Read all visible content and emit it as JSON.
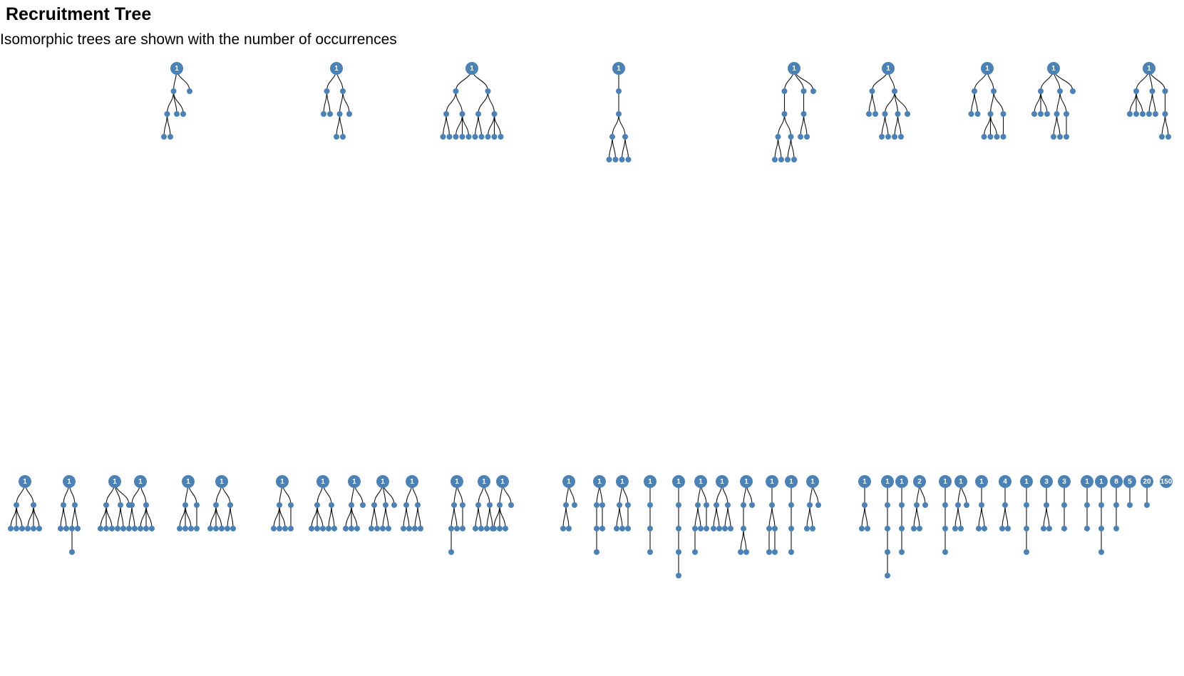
{
  "title": "Recruitment Tree",
  "subtitle": "Isomorphic trees are shown with the number of occurrences",
  "colors": {
    "node": "#4a82b8",
    "edge": "#111111",
    "root_label": "#ffffff"
  },
  "trees": [
    {
      "count": "1",
      "shape": [
        [
          [
            [],
            []
          ],
          [],
          []
        ],
        []
      ]
    },
    {
      "count": "1",
      "shape": [
        [
          [],
          []
        ],
        [
          [
            [],
            []
          ],
          []
        ]
      ]
    },
    {
      "count": "1",
      "shape": [
        [
          [
            [],
            []
          ],
          [
            [],
            [],
            []
          ]
        ],
        [
          [
            [],
            []
          ],
          [
            [],
            [],
            []
          ]
        ]
      ]
    },
    {
      "count": "1",
      "shape": [
        [
          [
            [
              [],
              []
            ],
            [
              [],
              []
            ]
          ]
        ]
      ]
    },
    {
      "count": "1",
      "shape": [
        [
          [
            [
              [],
              []
            ],
            [
              [],
              []
            ]
          ]
        ],
        [
          [
            [],
            []
          ]
        ],
        []
      ]
    },
    {
      "count": "1",
      "shape": [
        [
          [],
          []
        ],
        [
          [
            [],
            []
          ],
          [
            [],
            []
          ],
          []
        ]
      ]
    },
    {
      "count": "1",
      "shape": [
        [
          [],
          []
        ],
        [
          [
            [],
            [],
            []
          ],
          [
            []
          ]
        ]
      ]
    },
    {
      "count": "1",
      "shape": [
        [
          [],
          [],
          []
        ],
        [
          [
            [],
            []
          ],
          [
            []
          ]
        ],
        []
      ]
    },
    {
      "count": "1",
      "shape": [
        [
          [],
          [],
          []
        ],
        [
          [],
          []
        ],
        [
          [
            [],
            []
          ]
        ]
      ]
    },
    {
      "count": "1",
      "shape": [
        [
          [],
          [],
          []
        ],
        [
          [],
          [],
          []
        ]
      ]
    },
    {
      "count": "1",
      "shape": [
        [
          [],
          []
        ],
        [
          [
            []
          ],
          []
        ]
      ]
    },
    {
      "count": "1",
      "shape": [
        [
          [],
          [],
          []
        ],
        [
          [],
          []
        ],
        []
      ]
    },
    {
      "count": "1",
      "shape": [
        [
          [],
          []
        ],
        [
          [],
          [],
          []
        ]
      ]
    },
    {
      "count": "1",
      "shape": [
        [
          [],
          [],
          []
        ],
        [
          []
        ]
      ]
    },
    {
      "count": "1",
      "shape": [
        [
          [],
          [],
          []
        ],
        [
          [],
          []
        ]
      ]
    },
    {
      "count": "1",
      "shape": [
        [
          [],
          [],
          []
        ],
        [
          []
        ]
      ]
    },
    {
      "count": "1",
      "shape": [
        [
          [],
          [],
          []
        ],
        [
          [],
          []
        ]
      ]
    },
    {
      "count": "1",
      "shape": [
        [
          [],
          [],
          []
        ],
        []
      ]
    },
    {
      "count": "1",
      "shape": [
        [
          [],
          []
        ],
        [
          [],
          []
        ],
        []
      ]
    },
    {
      "count": "1",
      "shape": [
        [
          [],
          []
        ],
        [
          [],
          []
        ]
      ]
    },
    {
      "count": "1",
      "shape": [
        [
          [
            []
          ],
          []
        ],
        [
          []
        ]
      ]
    },
    {
      "count": "1",
      "shape": [
        [
          [],
          []
        ],
        [
          [],
          []
        ]
      ]
    },
    {
      "count": "1",
      "shape": [
        [
          [],
          [],
          []
        ],
        []
      ]
    },
    {
      "count": "1",
      "shape": [
        [
          [],
          []
        ],
        []
      ]
    },
    {
      "count": "1",
      "shape": [
        [
          [
            []
          ]
        ],
        [
          []
        ]
      ]
    },
    {
      "count": "1",
      "shape": [
        [
          [],
          []
        ],
        [
          []
        ]
      ]
    },
    {
      "count": "1",
      "shape": [
        [
          [
            []
          ]
        ]
      ]
    },
    {
      "count": "1",
      "shape": [
        [
          [
            [
              []
            ]
          ]
        ]
      ]
    },
    {
      "count": "1",
      "shape": [
        [
          [
            []
          ],
          []
        ],
        [
          []
        ]
      ]
    },
    {
      "count": "1",
      "shape": [
        [
          [],
          []
        ],
        [
          [],
          []
        ]
      ]
    },
    {
      "count": "1",
      "shape": [
        [
          [
            [],
            []
          ]
        ],
        []
      ]
    },
    {
      "count": "1",
      "shape": [
        [
          [
            []
          ],
          [
            []
          ]
        ]
      ]
    },
    {
      "count": "1",
      "shape": [
        [
          [
            []
          ]
        ]
      ]
    },
    {
      "count": "1",
      "shape": [
        [
          [],
          []
        ],
        []
      ]
    },
    {
      "count": "1",
      "shape": [
        [
          [],
          []
        ]
      ]
    },
    {
      "count": "1",
      "shape": [
        [
          [
            [
              []
            ]
          ]
        ]
      ]
    },
    {
      "count": "1",
      "shape": [
        [
          [
            []
          ]
        ]
      ]
    },
    {
      "count": "2",
      "shape": [
        [
          [],
          []
        ],
        []
      ]
    },
    {
      "count": "1",
      "shape": [
        [
          [
            []
          ]
        ]
      ]
    },
    {
      "count": "1",
      "shape": [
        [
          [],
          []
        ],
        []
      ]
    },
    {
      "count": "1",
      "shape": [
        [
          [],
          []
        ]
      ]
    },
    {
      "count": "4",
      "shape": [
        [
          [],
          []
        ]
      ]
    },
    {
      "count": "1",
      "shape": [
        [
          [
            []
          ]
        ]
      ]
    },
    {
      "count": "3",
      "shape": [
        [
          [],
          []
        ]
      ]
    },
    {
      "count": "3",
      "shape": [
        [
          []
        ]
      ]
    },
    {
      "count": "1",
      "shape": [
        [
          []
        ]
      ]
    },
    {
      "count": "1",
      "shape": [
        [
          [
            []
          ]
        ]
      ]
    },
    {
      "count": "8",
      "shape": [
        [
          []
        ]
      ]
    },
    {
      "count": "5",
      "shape": [
        []
      ]
    },
    {
      "count": "20",
      "shape": [
        []
      ]
    },
    {
      "count": "150",
      "shape": []
    }
  ]
}
